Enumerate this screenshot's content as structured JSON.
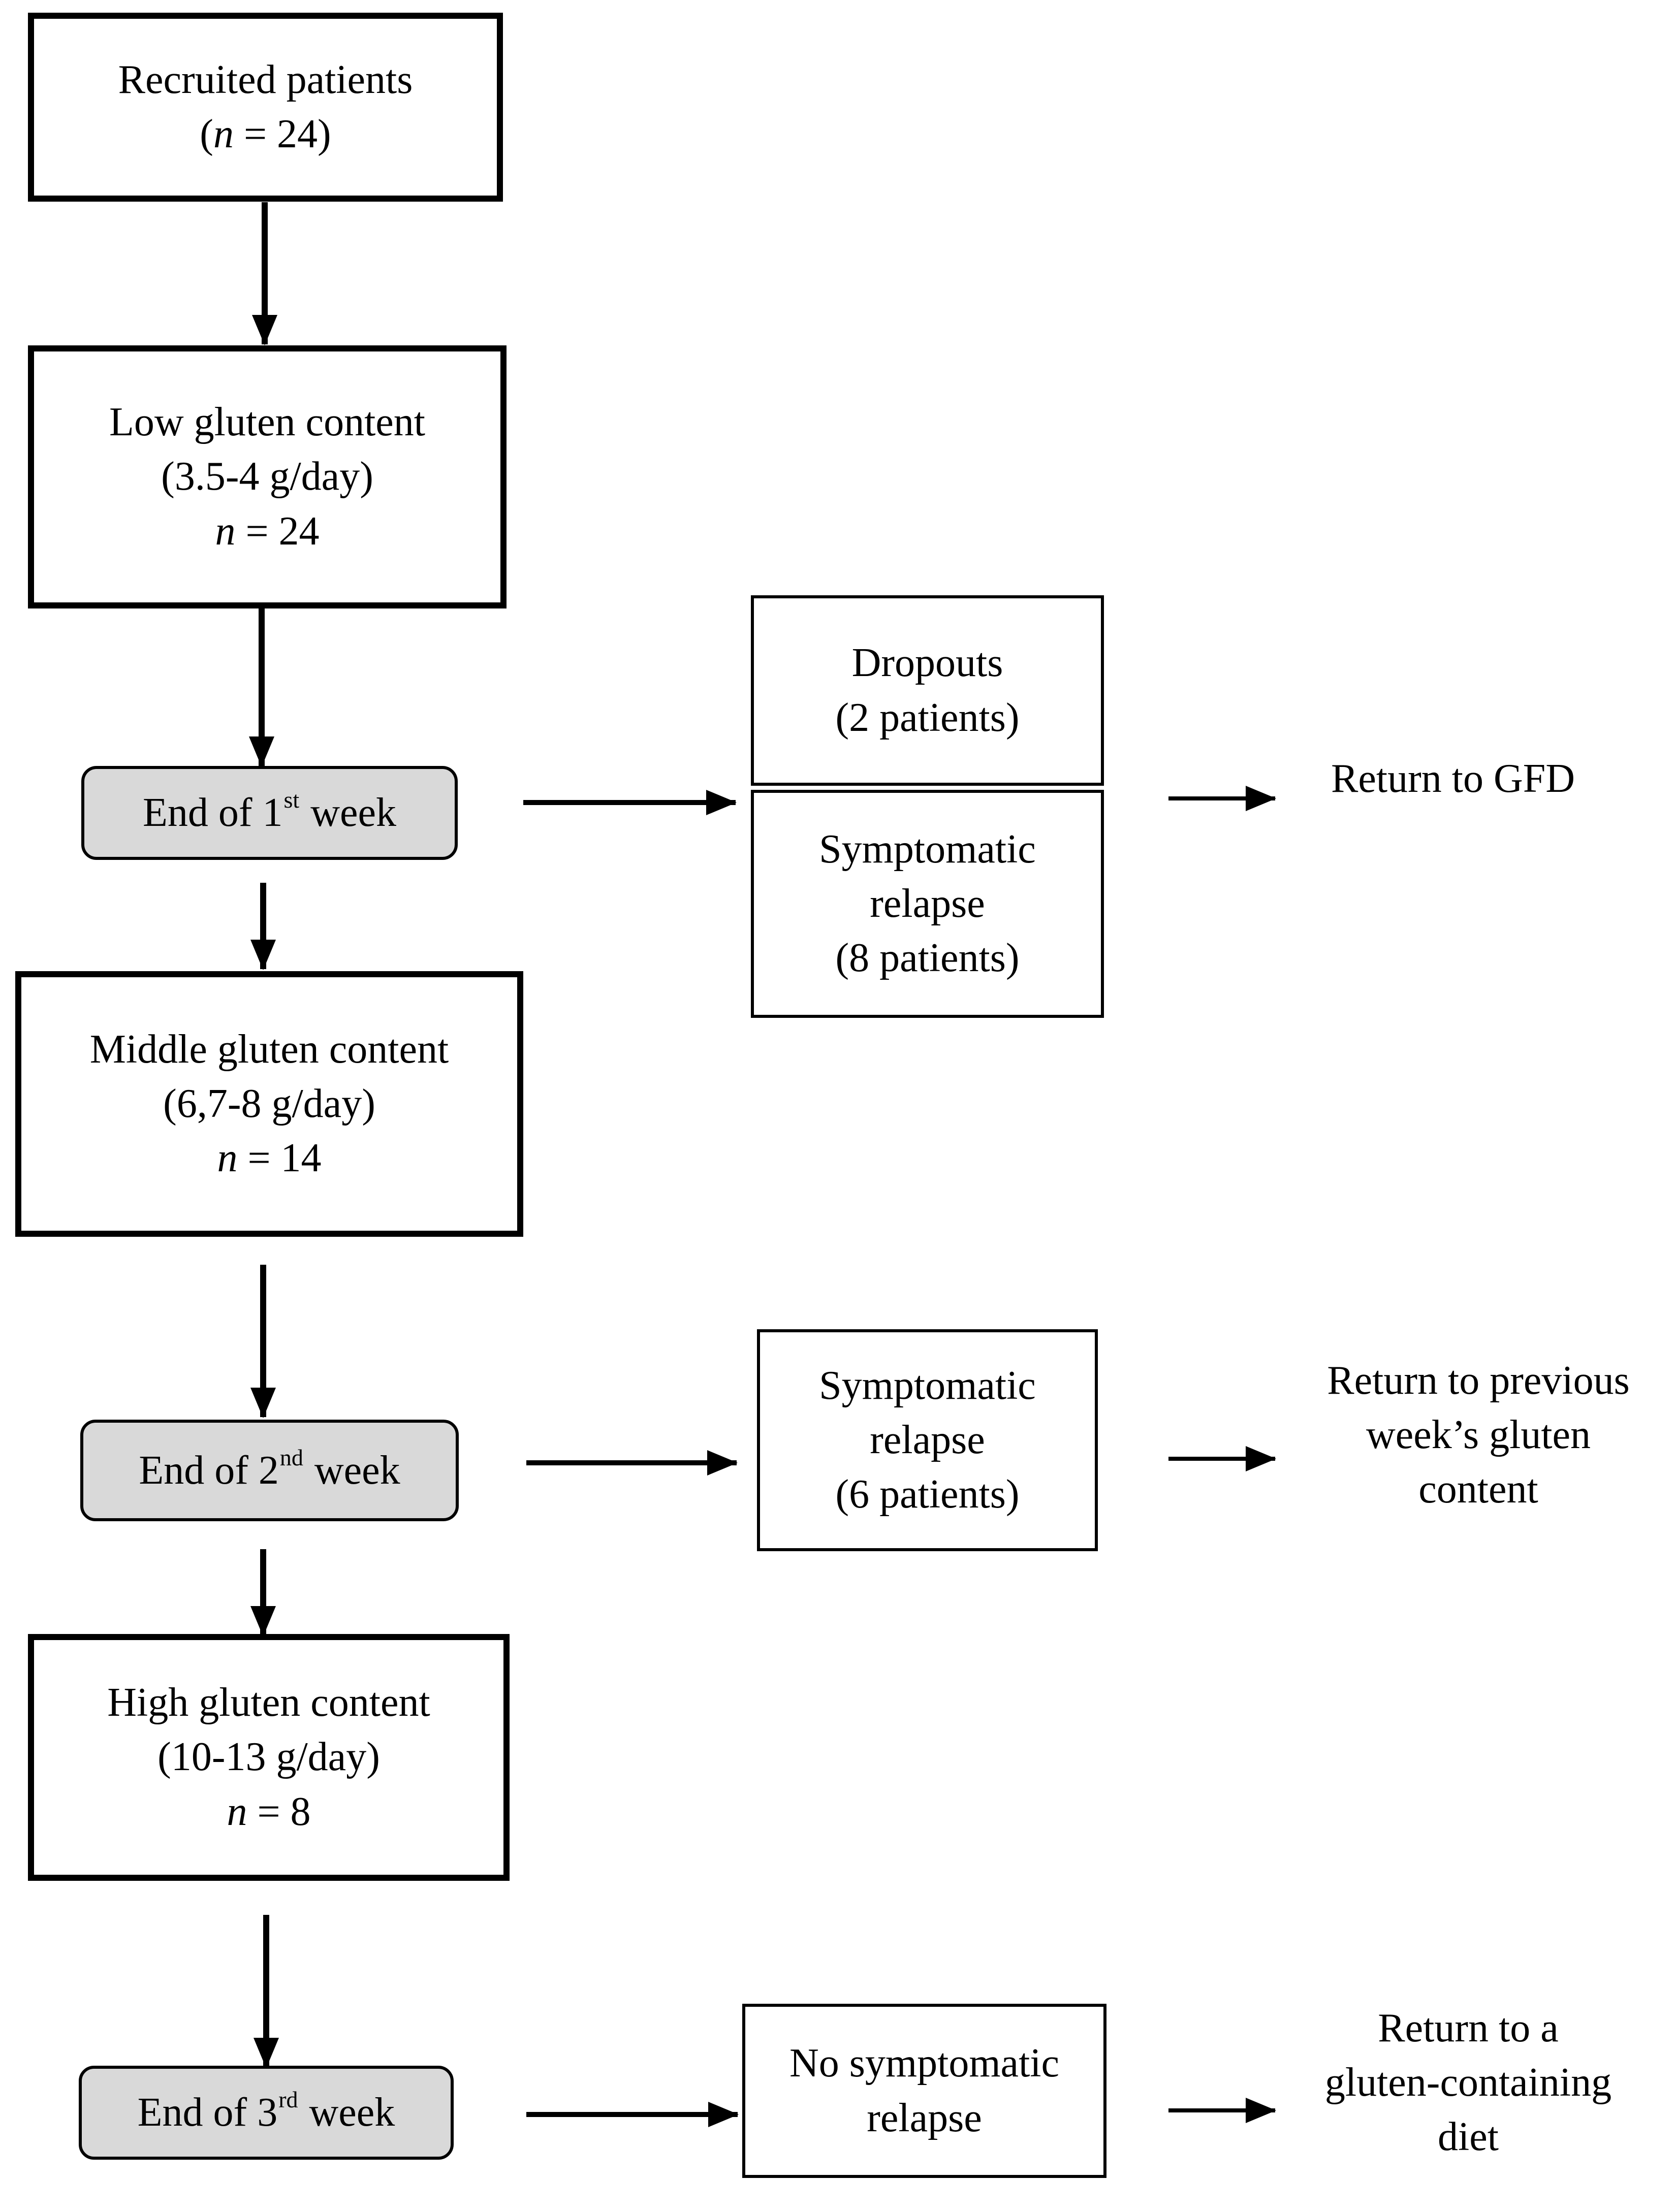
{
  "stages": [
    {
      "title": "Recruited patients",
      "n_prefix": "(",
      "n_symbol": "n",
      "n_value": " = 24)"
    },
    {
      "title": "Low gluten content",
      "dose": "(3.5-4 g/day)",
      "n_symbol": "n",
      "n_value": " = 24"
    },
    {
      "title": "Middle gluten content",
      "dose": "(6,7-8 g/day)",
      "n_symbol": "n",
      "n_value": " = 14"
    },
    {
      "title": "High gluten content",
      "dose": "(10-13 g/day)",
      "n_symbol": "n",
      "n_value": " = 8"
    }
  ],
  "weeks": [
    {
      "prefix": "End of ",
      "number": "1",
      "suffix": "st",
      "rest": " week"
    },
    {
      "prefix": "End of ",
      "number": "2",
      "suffix": "nd",
      "rest": " week"
    },
    {
      "prefix": "End of ",
      "number": "3",
      "suffix": "rd",
      "rest": " week"
    }
  ],
  "events": {
    "dropouts": {
      "line1": "Dropouts",
      "line2": "(2 patients)"
    },
    "relapse_week1": {
      "line1": "Symptomatic",
      "line2": "relapse",
      "line3": "(8 patients)"
    },
    "relapse_week2": {
      "line1": "Symptomatic",
      "line2": "relapse",
      "line3": "(6 patients)"
    },
    "no_relapse_week3": {
      "line1": "No symptomatic",
      "line2": "relapse"
    }
  },
  "outcomes": {
    "week1": {
      "line1": "Return to GFD"
    },
    "week2": {
      "line1": "Return to previous",
      "line2": "week’s gluten",
      "line3": "content"
    },
    "week3": {
      "line1": "Return to a",
      "line2": "gluten-containing",
      "line3": "diet"
    }
  }
}
